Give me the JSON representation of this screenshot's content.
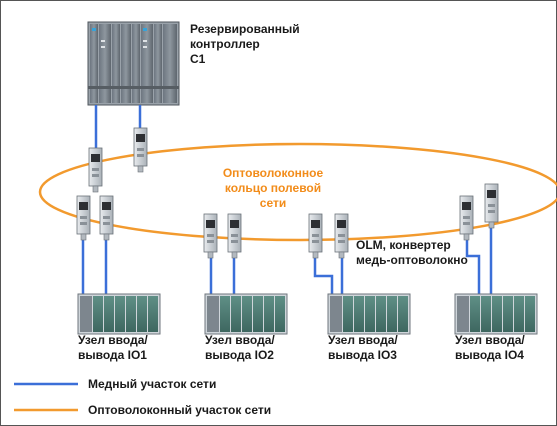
{
  "controller": {
    "label_line1": "Резервированный",
    "label_line2": "контроллер",
    "label_line3": "C1"
  },
  "ring": {
    "label_line1": "Оптоволоконное",
    "label_line2": "кольцо полевой",
    "label_line3": "сети"
  },
  "olm": {
    "label_line1": "OLM, конвертер",
    "label_line2": "медь-оптоволокно"
  },
  "nodes": [
    {
      "line1": "Узел ввода/",
      "line2": "вывода IO1"
    },
    {
      "line1": "Узел ввода/",
      "line2": "вывода IO2"
    },
    {
      "line1": "Узел ввода/",
      "line2": "вывода IO3"
    },
    {
      "line1": "Узел ввода/",
      "line2": "вывода IO4"
    }
  ],
  "legend": {
    "copper": "Медный участок сети",
    "fiber": "Оптоволоконный участок сети"
  },
  "colors": {
    "copper": "#3b6fd8",
    "fiber": "#f29a2e",
    "ring_text": "#f28c1a"
  }
}
